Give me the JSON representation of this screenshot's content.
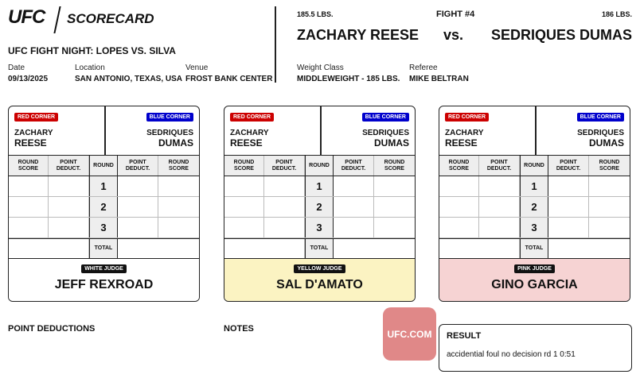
{
  "header": {
    "logo": "UFC",
    "title": "SCORECARD",
    "event": "UFC FIGHT NIGHT: LOPES VS. SILVA",
    "date_label": "Date",
    "date": "09/13/2025",
    "location_label": "Location",
    "location": "SAN ANTONIO, TEXAS, USA",
    "venue_label": "Venue",
    "venue": "FROST BANK CENTER"
  },
  "fight": {
    "number": "FIGHT #4",
    "red_weight": "185.5 LBS.",
    "blue_weight": "186 LBS.",
    "red_name": "ZACHARY REESE",
    "vs": "vs.",
    "blue_name": "SEDRIQUES DUMAS",
    "weight_class_label": "Weight Class",
    "weight_class": "MIDDLEWEIGHT - 185 LBS.",
    "referee_label": "Referee",
    "referee": "MIKE BELTRAN"
  },
  "card_labels": {
    "red_corner": "RED CORNER",
    "blue_corner": "BLUE CORNER",
    "red_first": "ZACHARY",
    "red_last": "REESE",
    "blue_first": "SEDRIQUES",
    "blue_last": "DUMAS",
    "round_score": "ROUND SCORE",
    "point_deduct": "POINT DEDUCT.",
    "round": "ROUND",
    "rounds": [
      "1",
      "2",
      "3"
    ],
    "total": "TOTAL"
  },
  "judges": [
    {
      "badge": "WHITE JUDGE",
      "name": "JEFF REXROAD",
      "color": "#ffffff"
    },
    {
      "badge": "YELLOW JUDGE",
      "name": "SAL D'AMATO",
      "color": "#fbf3c2"
    },
    {
      "badge": "PINK JUDGE",
      "name": "GINO GARCIA",
      "color": "#f6d3d3"
    }
  ],
  "footer": {
    "point_deductions": "POINT DEDUCTIONS",
    "notes": "NOTES",
    "site": "UFC.COM",
    "result_label": "RESULT",
    "result": "accidential foul no decision rd 1 0:51"
  }
}
